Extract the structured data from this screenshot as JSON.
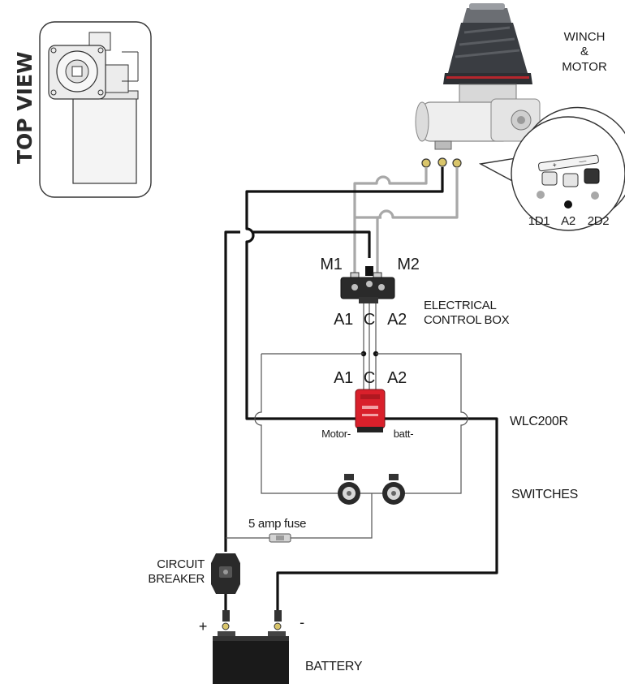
{
  "top_view": {
    "label": "TOP VIEW"
  },
  "winch": {
    "label_line1": "WINCH",
    "label_line2": "&",
    "label_line3": "MOTOR"
  },
  "callout": {
    "terminal_1": "1D1",
    "terminal_2": "A2",
    "terminal_3": "2D2"
  },
  "control_box": {
    "label_line1": "ELECTRICAL",
    "label_line2": "CONTROL BOX",
    "m1": "M1",
    "m2": "M2",
    "a1": "A1",
    "c": "C",
    "a2": "A2"
  },
  "wlc": {
    "label": "WLC200R",
    "a1": "A1",
    "c": "C",
    "a2": "A2",
    "motor_minus": "Motor-",
    "batt_minus": "batt-"
  },
  "switches": {
    "label": "SWITCHES"
  },
  "fuse": {
    "label": "5 amp fuse"
  },
  "breaker": {
    "label_line1": "CIRCUIT",
    "label_line2": "BREAKER"
  },
  "battery": {
    "label": "BATTERY",
    "plus": "+",
    "minus": "-"
  },
  "colors": {
    "wire_black": "#111111",
    "wire_gray": "#a8a8a8",
    "wlc_red": "#d9202b",
    "winch_dark": "#3a3d42"
  }
}
